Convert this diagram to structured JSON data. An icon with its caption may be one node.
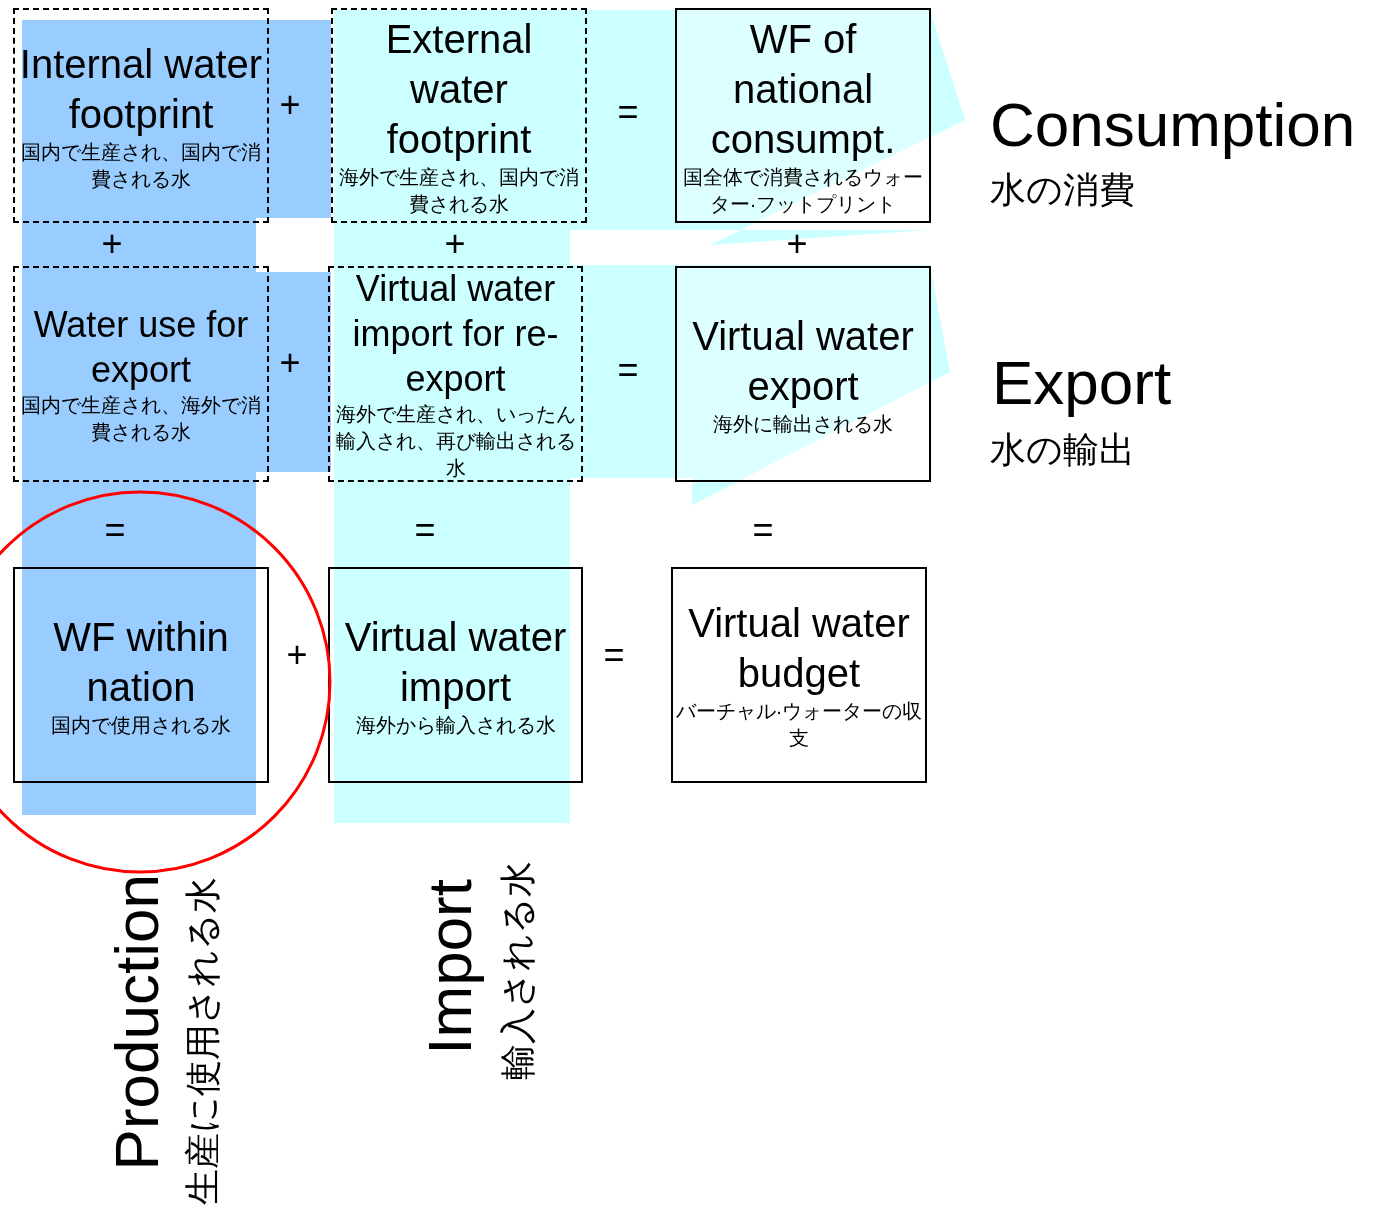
{
  "diagram": {
    "nodes": [
      {
        "text": [
          "Internal water footprint",
          "国内で生産され、国内で消費される水"
        ]
      },
      {
        "text": [
          "External water footprint",
          "海外で生産され、国内で消費される水"
        ]
      },
      {
        "text": [
          "WF of national consumpt.",
          "国全体で消費されるウォーター·フットプリント"
        ]
      },
      {
        "text": [
          "Water use for export",
          "国内で生産され、海外で消費される水"
        ]
      },
      {
        "text": [
          "Virtual water import for re-export",
          "海外で生産され、いったん輸入され、再び輸出される水"
        ]
      },
      {
        "text": [
          "Virtual water export",
          "海外に輸出される水"
        ]
      },
      {
        "text": [
          "WF within nation",
          "国内で使用される水"
        ]
      },
      {
        "text": [
          "Virtual water import",
          "海外から輸入される水"
        ]
      },
      {
        "text": [
          "Virtual water budget",
          "バーチャル·ウォーターの収支"
        ]
      }
    ],
    "edges": [],
    "labels": [
      "+",
      "=",
      "Consumption",
      "水の消費",
      "+",
      "+",
      "+",
      "+",
      "=",
      "Export",
      "水の輸出",
      "=",
      "=",
      "=",
      "+",
      "=",
      "Production",
      "生産に使用される水",
      "Import",
      "輸入される水"
    ]
  }
}
